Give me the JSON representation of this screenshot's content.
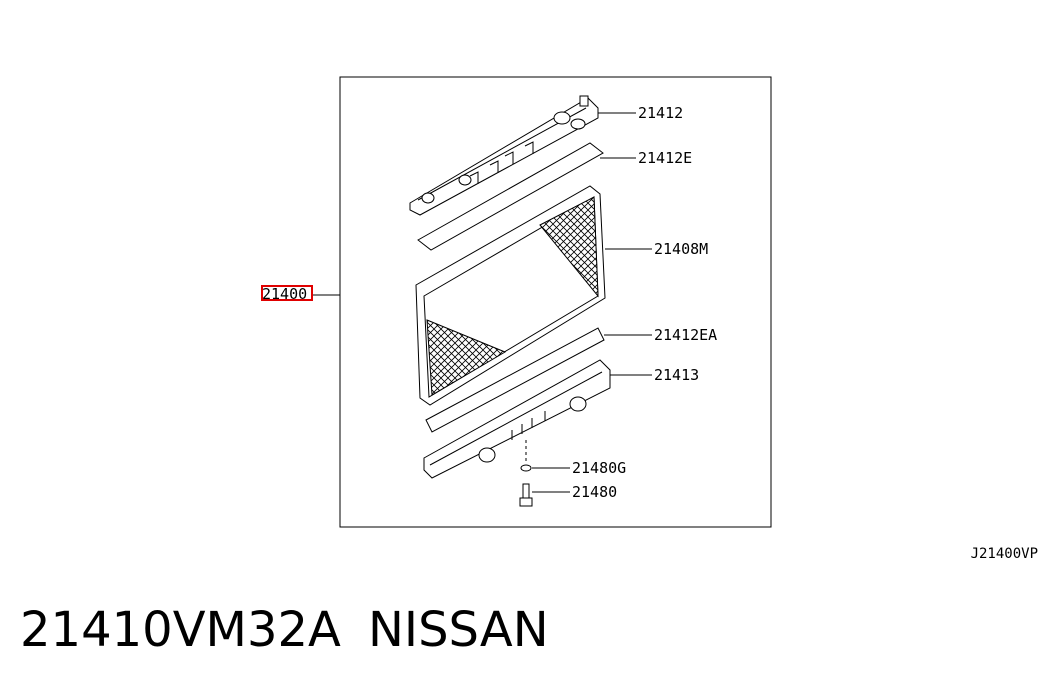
{
  "diagram": {
    "assembly_callout": "21400",
    "callouts": {
      "upper_tank": "21412",
      "upper_gasket": "21412E",
      "core": "21408M",
      "lower_gasket": "21412EA",
      "lower_tank": "21413",
      "washer": "21480G",
      "drain_plug": "21480"
    },
    "reference_code": "J21400VP"
  },
  "footer": {
    "part_number": "21410VM32A",
    "brand": "NISSAN"
  },
  "colors": {
    "ink": "#000000",
    "highlight": "#e00000",
    "background": "#ffffff"
  }
}
